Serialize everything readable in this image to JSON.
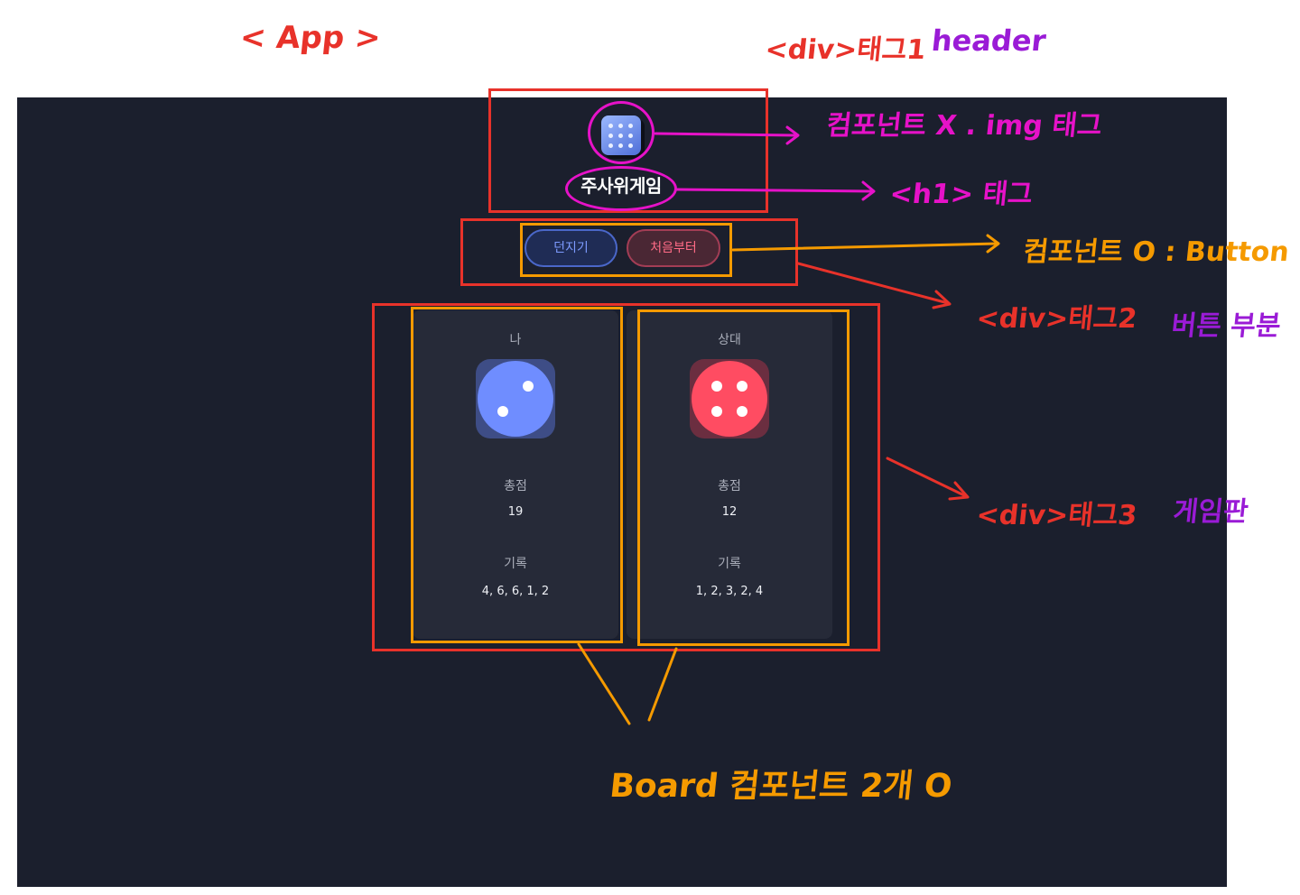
{
  "annotations": {
    "app": "< App >",
    "header_div": "<div>태그1",
    "header_word": "header",
    "img_note": "컴포넌트 X . img 태그",
    "h1_note": "<h1> 태그",
    "button_note": "컴포넌트 O : Button",
    "button_div": "<div>태그2",
    "button_part": "버튼 부분",
    "board_div": "<div>태그3",
    "board_part": "게임판",
    "board_components": "Board 컴포넌트 2개 O"
  },
  "app": {
    "title": "주사위게임",
    "buttons": {
      "roll": "던지기",
      "reset": "처음부터"
    },
    "boards": [
      {
        "name": "나",
        "die_value": 2,
        "die_color": "#6f8dff",
        "total_label": "총점",
        "total": "19",
        "history_label": "기록",
        "history": "4, 6, 6, 1, 2"
      },
      {
        "name": "상대",
        "die_value": 4,
        "die_color": "#ff4c62",
        "total_label": "총점",
        "total": "12",
        "history_label": "기록",
        "history": "1, 2, 3, 2, 4"
      }
    ]
  },
  "colors": {
    "background": "#1b1f2d",
    "board": "#262a38",
    "annotation_red": "#e8322a",
    "annotation_magenta": "#e612c8",
    "annotation_orange": "#f59a00",
    "annotation_purple": "#9a1bd6"
  }
}
